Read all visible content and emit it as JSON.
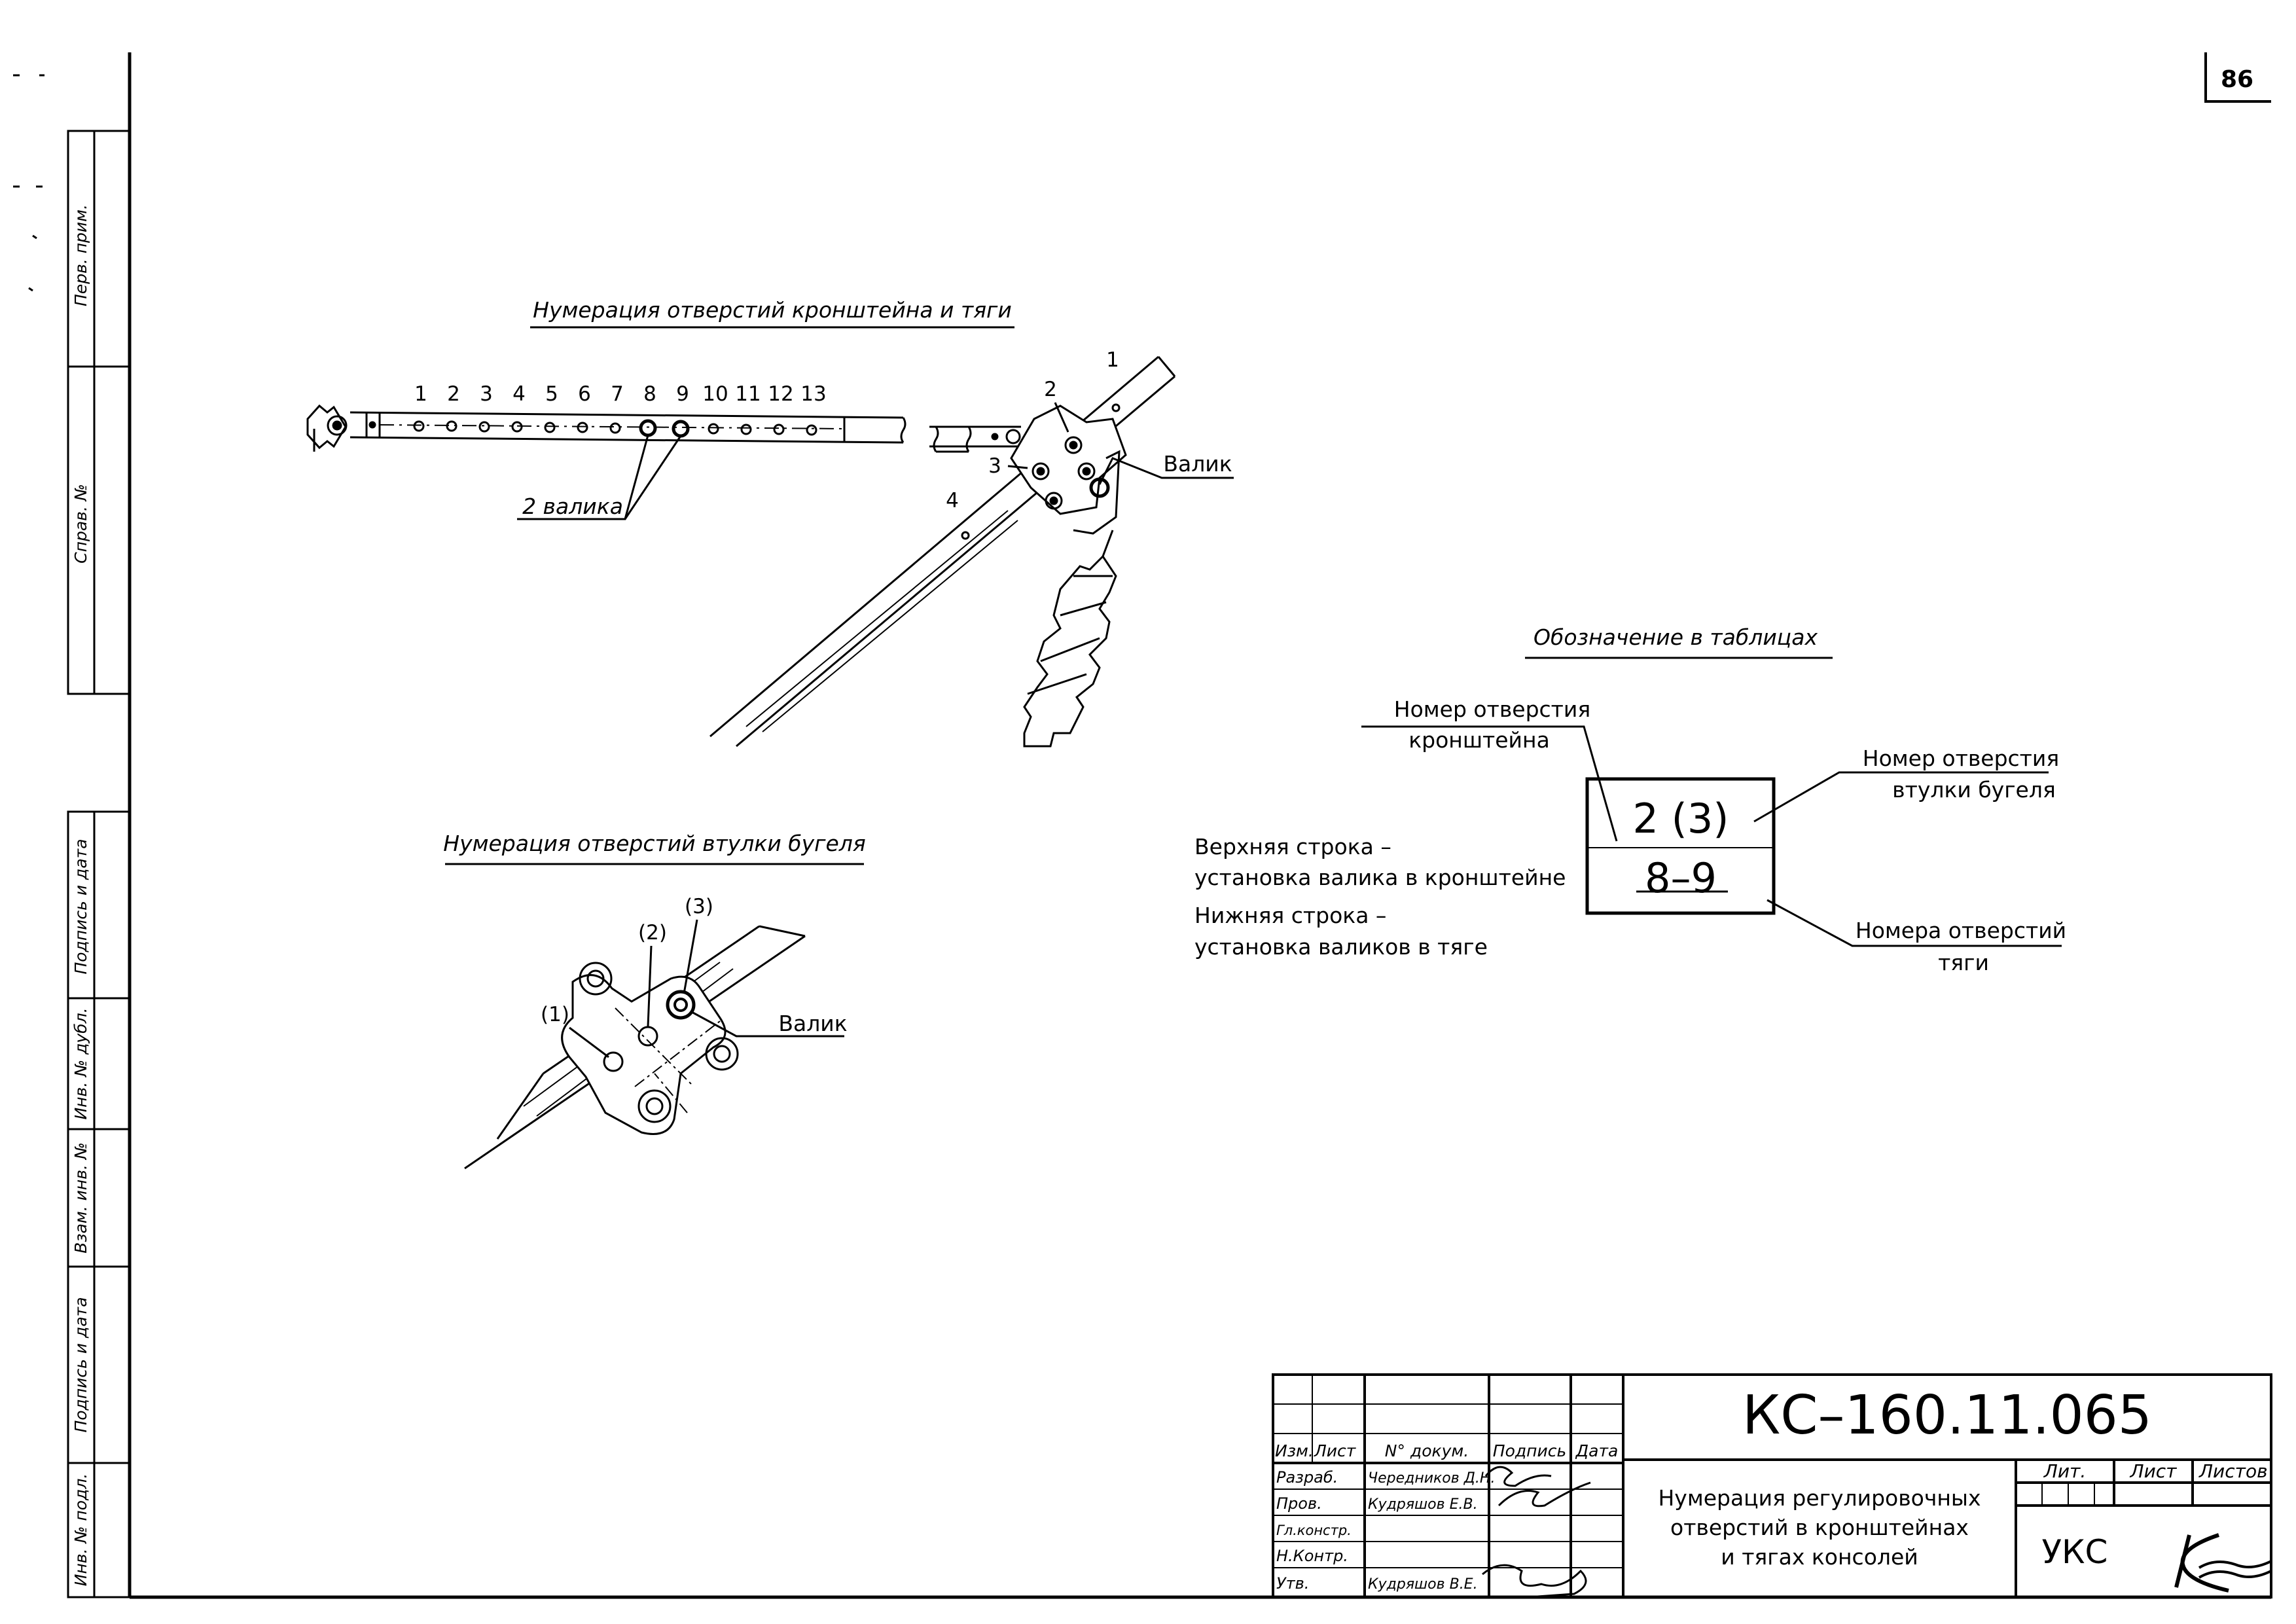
{
  "page": {
    "number": "86"
  },
  "side_stamp": {
    "perv_prim": "Перв. прим.",
    "sprav_no": "Справ. №",
    "podpis_data_1": "Подпись и дата",
    "inv_dubl": "Инв. № дубл.",
    "vzam_inv": "Взам. инв. №",
    "podpis_data_2": "Подпись и дата",
    "inv_podl": "Инв. № подл."
  },
  "section1": {
    "title": "Нумерация отверстий кронштейна и тяги",
    "hole_numbers": [
      "1",
      "2",
      "3",
      "4",
      "5",
      "6",
      "7",
      "8",
      "9",
      "10",
      "11",
      "12",
      "13"
    ],
    "rollers_label": "2 валика",
    "bracket_numbers": [
      "1",
      "2",
      "3",
      "4"
    ],
    "roller_label": "Валик"
  },
  "section2": {
    "title": "Нумерация отверстий втулки бугеля",
    "hole_labels": [
      "(1)",
      "(2)",
      "(3)"
    ],
    "roller_label": "Валик"
  },
  "section3": {
    "title": "Обозначение в таблицах",
    "label_bracket_hole": [
      "Номер отверстия",
      "кронштейна"
    ],
    "label_sleeve_hole": [
      "Номер отверстия",
      "втулки бугеля"
    ],
    "label_rod_holes": [
      "Номера отверстий",
      "тяги"
    ],
    "box_top": "2 (3)",
    "box_bottom": "8–9",
    "explain_top": [
      "Верхняя строка –",
      "установка валика в кронштейне"
    ],
    "explain_bottom": [
      "Нижняя строка –",
      "установка валиков в тяге"
    ]
  },
  "title_block": {
    "doc_code": "КС–160.11.065",
    "headers": {
      "izm": "Изм.",
      "list": "Лист",
      "doc_no": "N° докум.",
      "podpis": "Подпись",
      "data": "Дата"
    },
    "roles": [
      "Разраб.",
      "Пров.",
      "Гл.констр.",
      "Н.Контр.",
      "Утв."
    ],
    "names": [
      "Чередников Д.Н.",
      "Кудряшов Е.В.",
      "",
      "",
      "Кудряшов В.Е."
    ],
    "doc_title": [
      "Нумерация регулировочных",
      "отверстий в кронштейнах",
      "и тягах консолей"
    ],
    "lit_label": "Лит.",
    "list_label": "Лист",
    "listov_label": "Листов",
    "org": "УКС"
  }
}
